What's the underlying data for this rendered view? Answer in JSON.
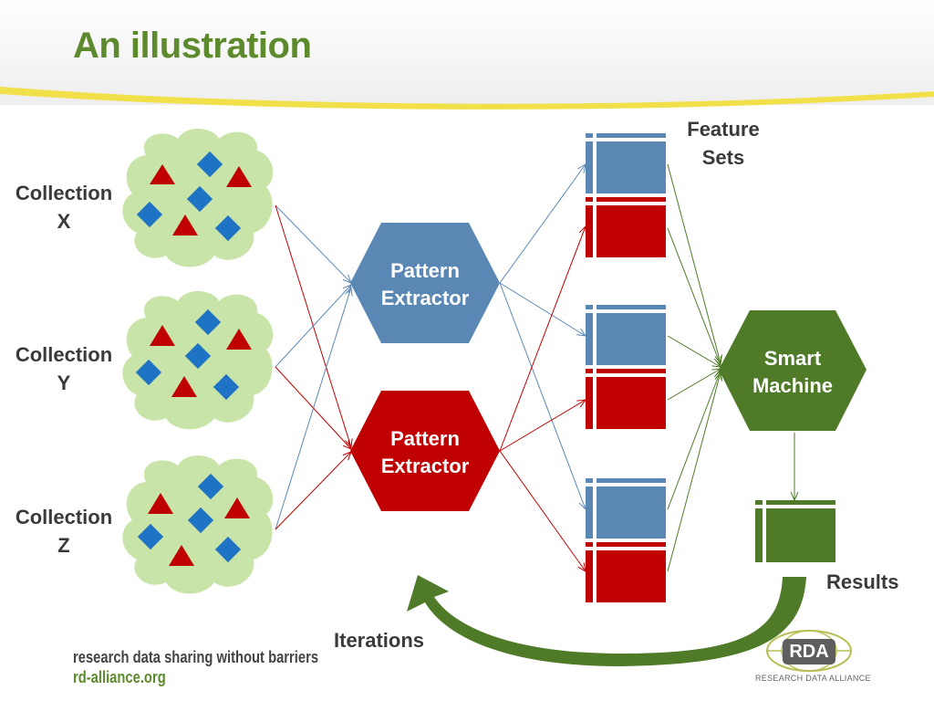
{
  "title": "An illustration",
  "collections": [
    {
      "line1": "Collection",
      "line2": "X"
    },
    {
      "line1": "Collection",
      "line2": "Y"
    },
    {
      "line1": "Collection",
      "line2": "Z"
    }
  ],
  "extractors": [
    {
      "line1": "Pattern",
      "line2": "Extractor",
      "color": "#5b87b5"
    },
    {
      "line1": "Pattern",
      "line2": "Extractor",
      "color": "#c00000"
    }
  ],
  "feature_sets": {
    "line1": "Feature",
    "line2": "Sets"
  },
  "smart_machine": {
    "line1": "Smart",
    "line2": "Machine",
    "color": "#4f7a28"
  },
  "results_label": "Results",
  "iterations_label": "Iterations",
  "footer": {
    "tagline": "research data sharing without barriers",
    "url": "rd-alliance.org"
  },
  "logo": {
    "text": "RDA",
    "subtext": "RESEARCH DATA ALLIANCE"
  },
  "colors": {
    "blue": "#5b87b5",
    "red": "#c00000",
    "green": "#4f7a28",
    "cloud": "#c9e4a8",
    "title_green": "#5e8a2e"
  }
}
